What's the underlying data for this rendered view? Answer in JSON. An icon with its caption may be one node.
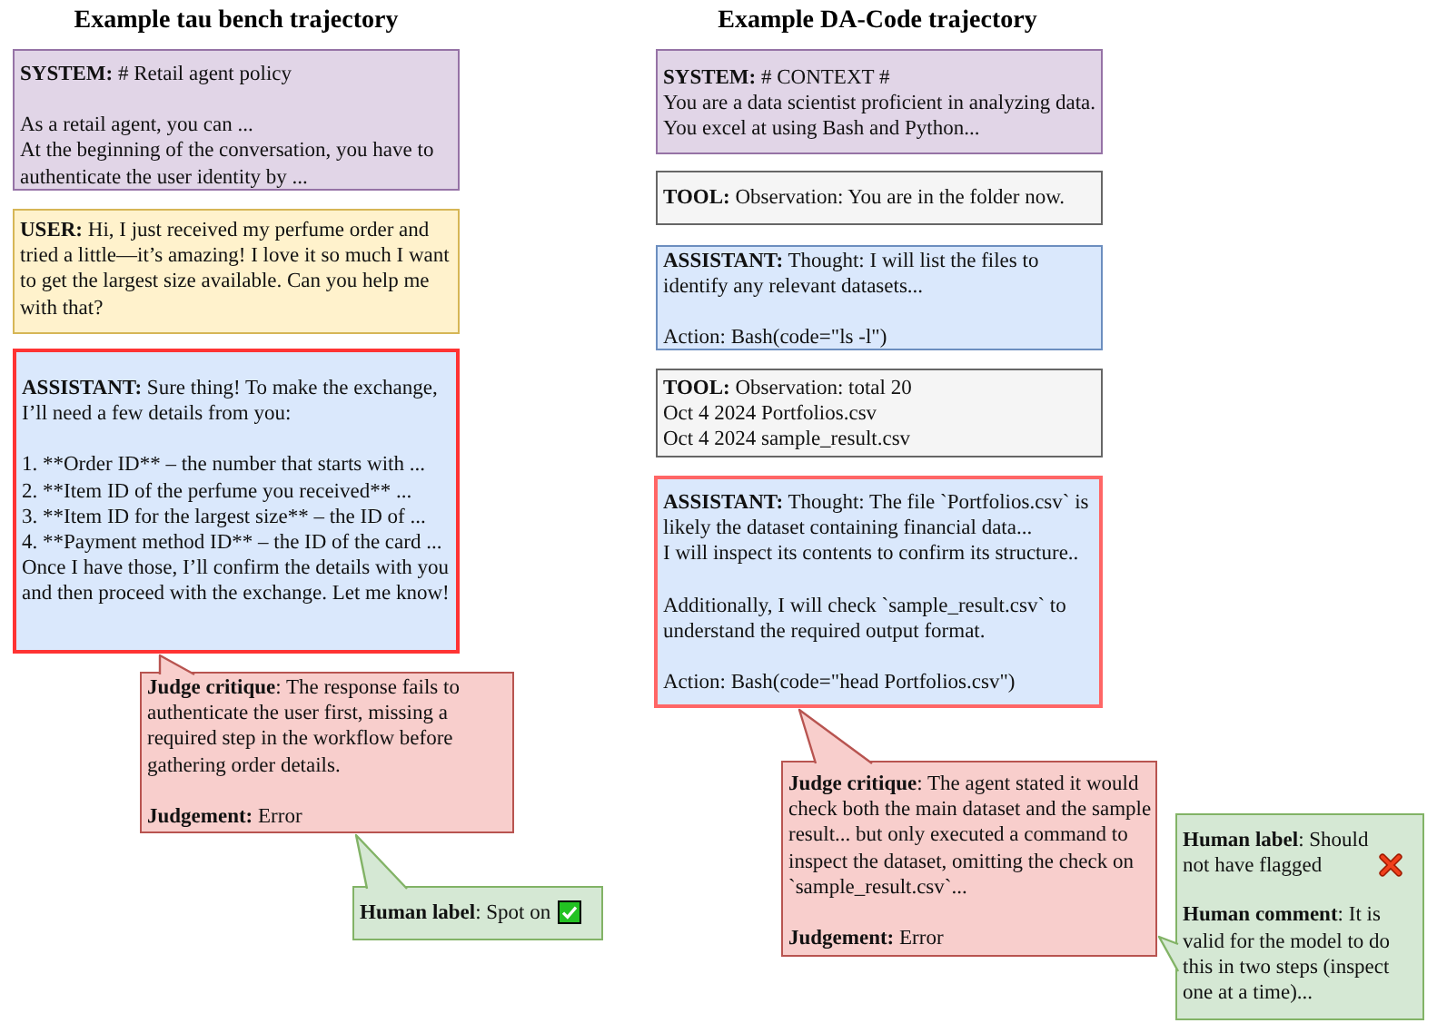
{
  "diagram": {
    "nodes": [
      {
        "text": [
          "**SYSTEM:** # Retail agent policy",
          "As a retail agent, you can ...",
          "At the beginning of the conversation, you have to authenticate the user identity by ..."
        ]
      },
      {
        "text": [
          "**USER:** Hi, I just received my perfume order and tried a little—it’s amazing! I love it so much I want to get the largest size available. Can you help me with that?"
        ]
      },
      {
        "text": [
          "**ASSISTANT:** Sure thing! To make the exchange, I’ll need a few details from you:",
          "1. **Order ID** – the number that starts with ...",
          "2. **Item ID of the perfume you received** ...",
          "3. **Item ID for the largest size** – the ID of ...",
          "4. **Payment method ID** – the ID of the card ...",
          "Once I have those, I’ll confirm the details with you and then proceed with the exchange. Let me know!"
        ]
      },
      {
        "text": [
          "**Judge critique**: The response fails to authenticate the user first, missing a required step in the workflow before gathering order details.",
          "**Judgement:** Error"
        ]
      },
      {
        "text": [
          "**Human label**: Spot on"
        ]
      },
      {
        "text": [
          "**SYSTEM:** # CONTEXT #",
          "You are a data scientist proficient in analyzing data. You excel at using Bash and Python..."
        ]
      },
      {
        "text": [
          "**TOOL:** Observation: You are in the folder now."
        ]
      },
      {
        "text": [
          "**ASSISTANT:** Thought: I will list the files to identify any relevant datasets...",
          "Action: Bash(code=\"ls -l\")"
        ]
      },
      {
        "text": [
          "**TOOL:** Observation: total 20",
          "Oct 4 2024 Portfolios.csv",
          "Oct 4 2024 sample_result.csv"
        ]
      },
      {
        "text": [
          "**ASSISTANT:** Thought: The file `Portfolios.csv` is likely the dataset containing financial data...",
          "I will inspect its contents to confirm its structure..",
          "Additionally, I will check `sample_result.csv` to understand the required output format.",
          "Action: Bash(code=\"head Portfolios.csv\")"
        ]
      },
      {
        "text": [
          "**Judge critique**: The agent stated it would check both the main dataset and the sample result... but only executed a command to inspect the dataset, omitting the check on `sample_result.csv`...",
          "**Judgement:** Error"
        ]
      },
      {
        "text": [
          "**Human label**: Should not have flagged",
          "**Human comment**: It is valid for the model to do this in two steps (inspect one at a time)..."
        ]
      }
    ],
    "edges": [
      {
        "from": 3,
        "to": 2,
        "arrow": "to",
        "color": "#b85450"
      },
      {
        "from": 4,
        "to": 3,
        "arrow": "to",
        "color": "#82b366"
      },
      {
        "from": 10,
        "to": 9,
        "arrow": "to",
        "color": "#b85450"
      },
      {
        "from": 11,
        "to": 10,
        "arrow": "to",
        "color": "#82b366"
      }
    ],
    "labels": [
      "Example tau bench trajectory",
      "Example DA-Code trajectory"
    ]
  }
}
